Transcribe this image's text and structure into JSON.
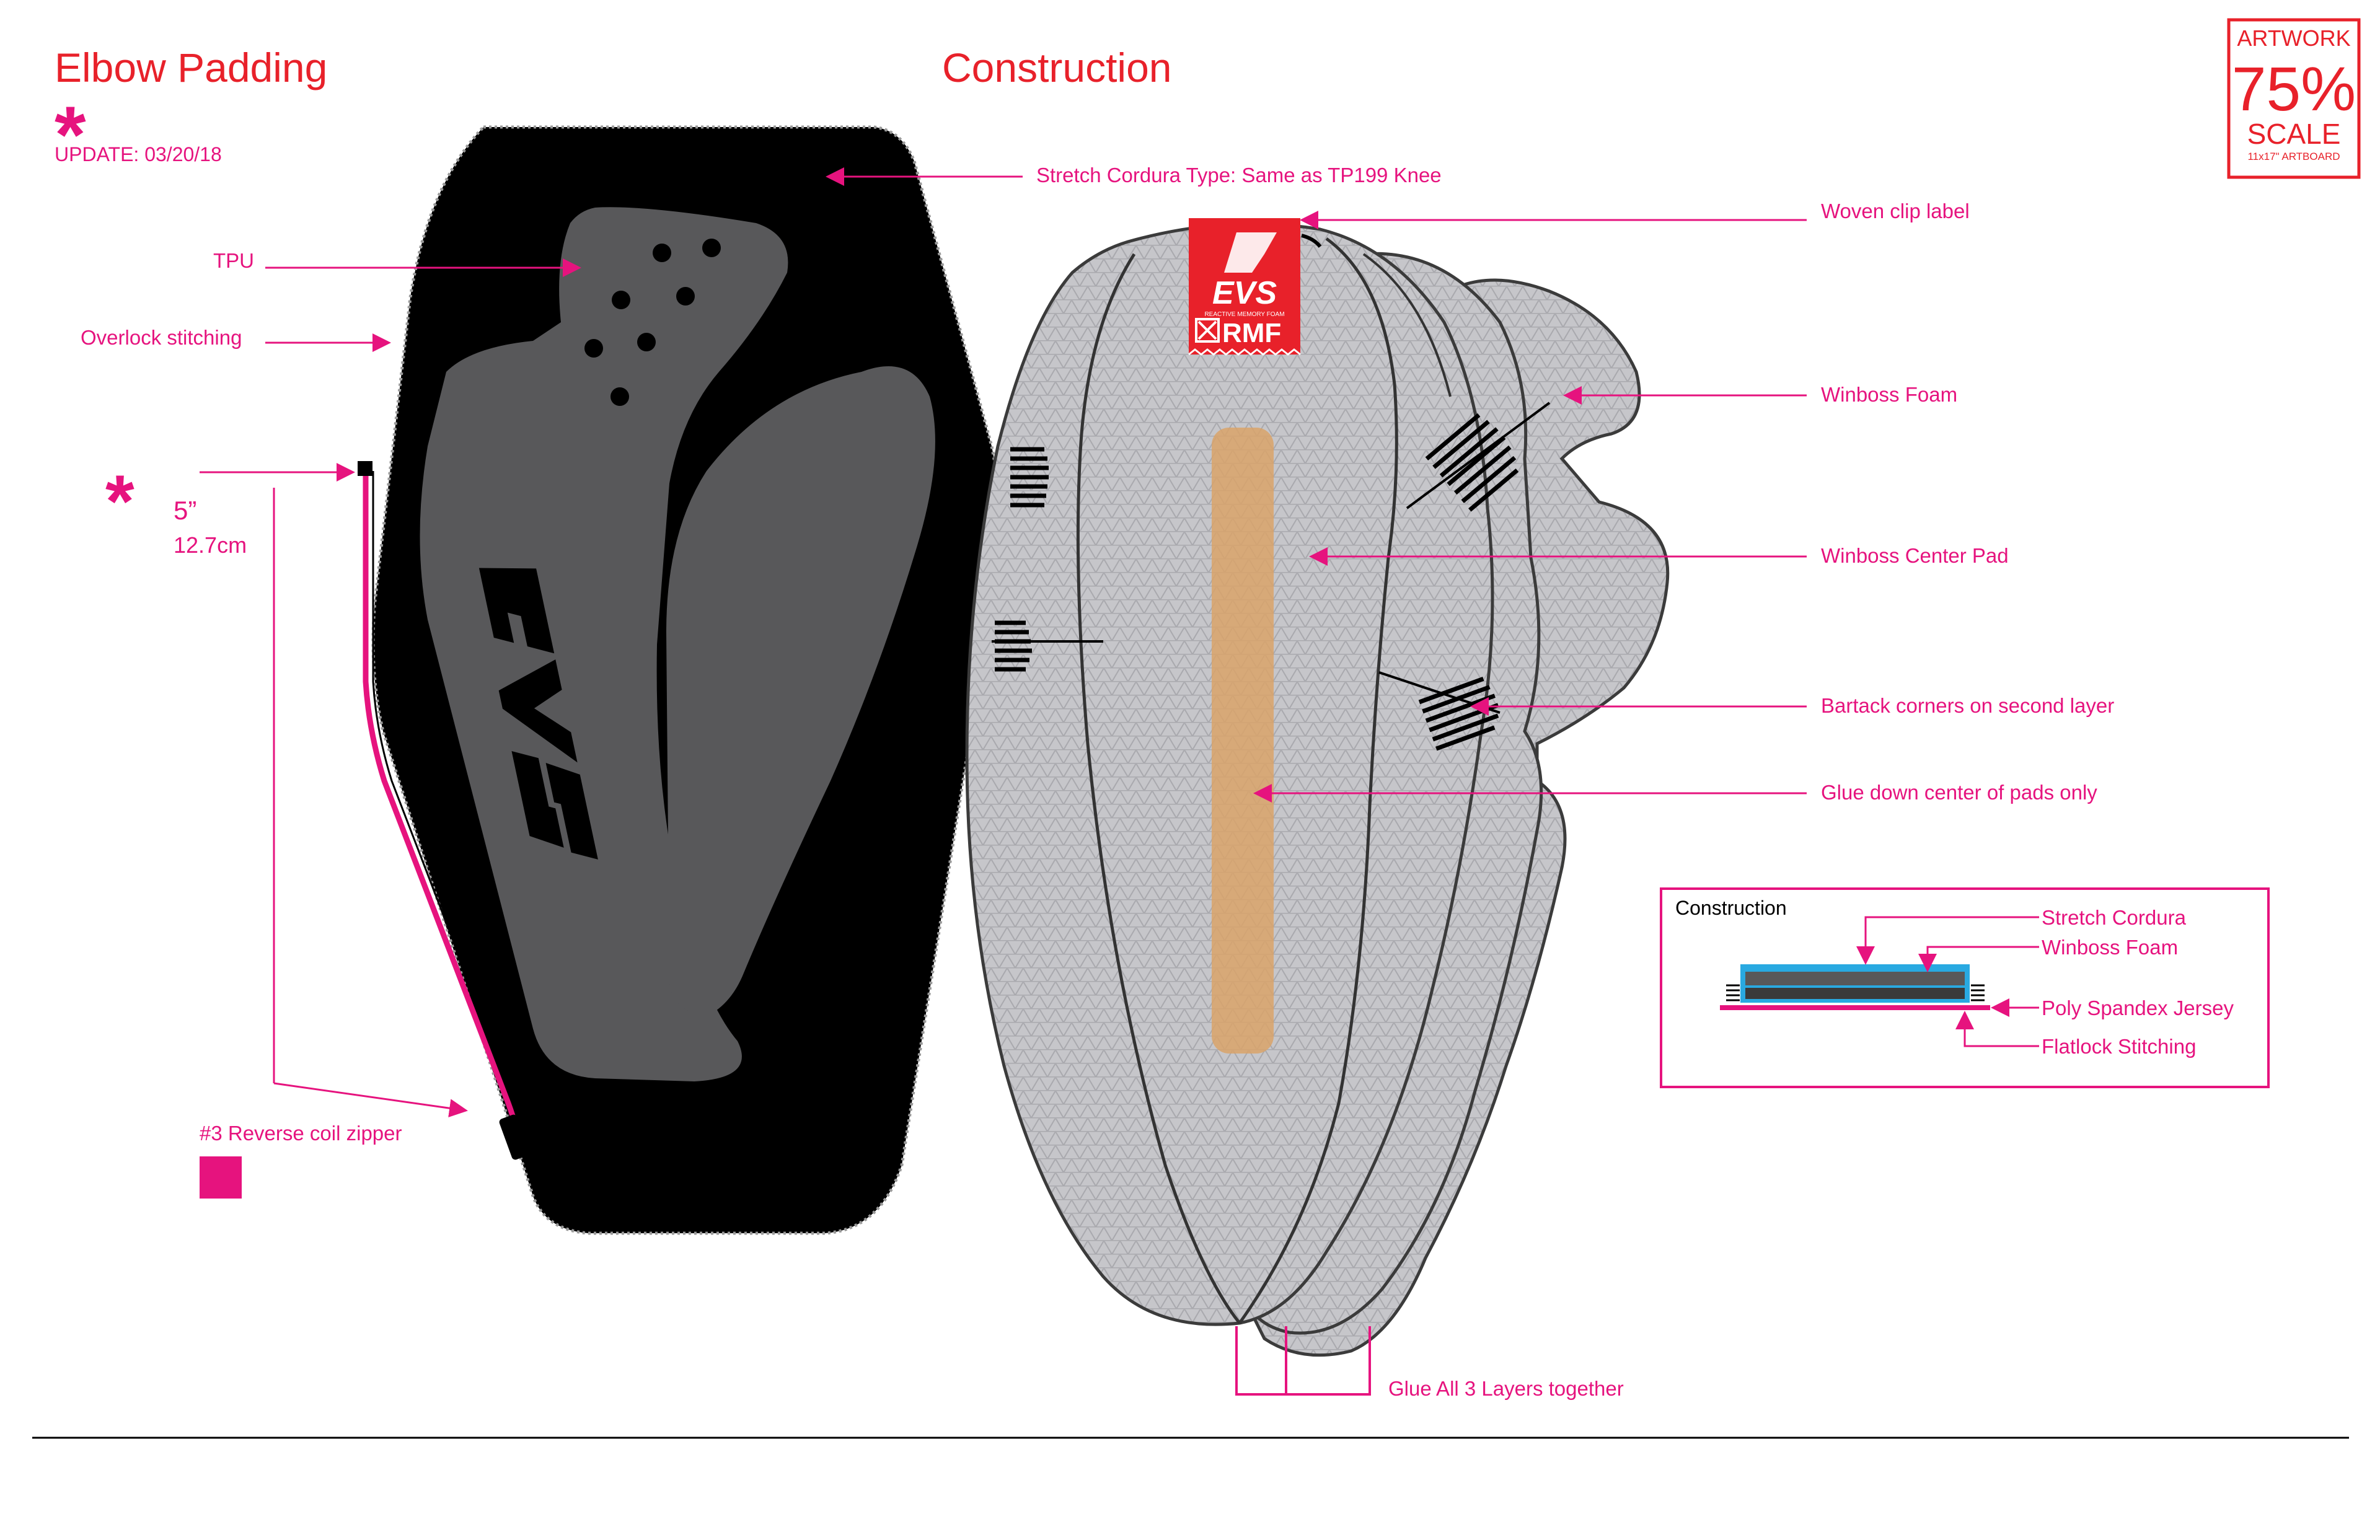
{
  "colors": {
    "magenta": "#e6137e",
    "red": "#e8212a",
    "black": "#000000",
    "tpu_gray": "#58585a",
    "pad_gray": "#c8c8cc",
    "glue": "#d9a36a",
    "blue": "#29a9e1"
  },
  "header": {
    "title_left": "Elbow Padding",
    "title_center": "Construction",
    "update": "UPDATE: 03/20/18",
    "asterisk": "*"
  },
  "stamp": {
    "line1": "ARTWORK",
    "line2": "75%",
    "line3": "SCALE",
    "line4": "11x17\" ARTBOARD"
  },
  "labels": {
    "stretch_cordura": "Stretch Cordura Type: Same as TP199 Knee",
    "tpu": "TPU",
    "overlock": "Overlock stitching",
    "dim_in": "5”",
    "dim_cm": "12.7cm",
    "zipper": "#3 Reverse coil zipper",
    "woven_clip": "Woven clip label",
    "winboss_foam": "Winboss Foam",
    "winboss_center": "Winboss Center Pad",
    "bartack": "Bartack corners on second layer",
    "glue_center": "Glue down center of pads only",
    "glue_all": "Glue All 3 Layers together"
  },
  "label_logo": {
    "brand": "EVS",
    "sub": "REACTIVE MEMORY FOAM",
    "rmf": "RMF"
  },
  "detail": {
    "title": "Construction",
    "stretch": "Stretch Cordura",
    "foam": "Winboss Foam",
    "jersey": "Poly Spandex Jersey",
    "flatlock": "Flatlock Stitching"
  }
}
